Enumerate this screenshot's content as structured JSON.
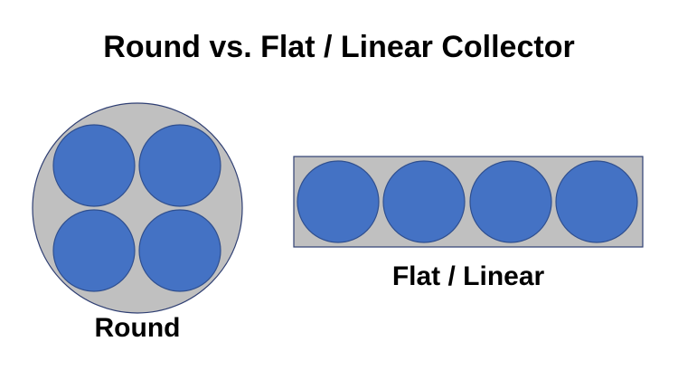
{
  "title": "Round vs. Flat / Linear Collector",
  "labels": {
    "round": "Round",
    "flat": "Flat / Linear"
  },
  "colors": {
    "container_fill": "#c0c0c0",
    "container_stroke": "#2f3f73",
    "tube_fill": "#4472c4",
    "tube_stroke": "#2f4f8f"
  }
}
